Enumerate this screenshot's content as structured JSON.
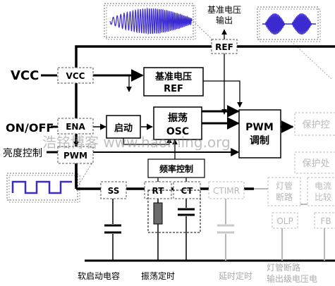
{
  "pins": {
    "vcc": "VCC",
    "on_off": "ON/OFF",
    "brightness": "亮度控制"
  },
  "blocks": {
    "vcc": "VCC",
    "ena": "ENA",
    "pwm_in": "PWM",
    "ref_top": "REF",
    "ref_gen_line1": "基准电压",
    "ref_gen_line2": "REF",
    "startup": "启动",
    "osc_line1": "振荡",
    "osc_line2": "OSC",
    "pwm_mod_line1": "PWM",
    "pwm_mod_line2": "调制",
    "freq_ctrl": "频率控制",
    "ss": "SS",
    "rt": "RT",
    "ct": "CT",
    "ctimr": "CTIMR",
    "olp": "OLP",
    "fb": "FB",
    "protect1": "保护控",
    "protect2": "保护处",
    "lamp_det_line1": "灯管",
    "lamp_det_line2": "断路",
    "cmp_line1": "电流",
    "cmp_line2": "比较"
  },
  "captions": {
    "ref_output_line1": "基准电压",
    "ref_output_line2": "输出",
    "soft_start_cap": "软启动电容",
    "osc_timing": "振荡定时",
    "delay_timing": "延时定时",
    "lamp_open": "灯管断路",
    "output_voltage": "输出级电压电",
    "watermark": "浩铭博客 www.haoming.org"
  },
  "colors": {
    "waveform": "#3a2ad0",
    "line": "#000000",
    "faded": "#b8b8b8",
    "watermark": "#8c8c8c"
  }
}
